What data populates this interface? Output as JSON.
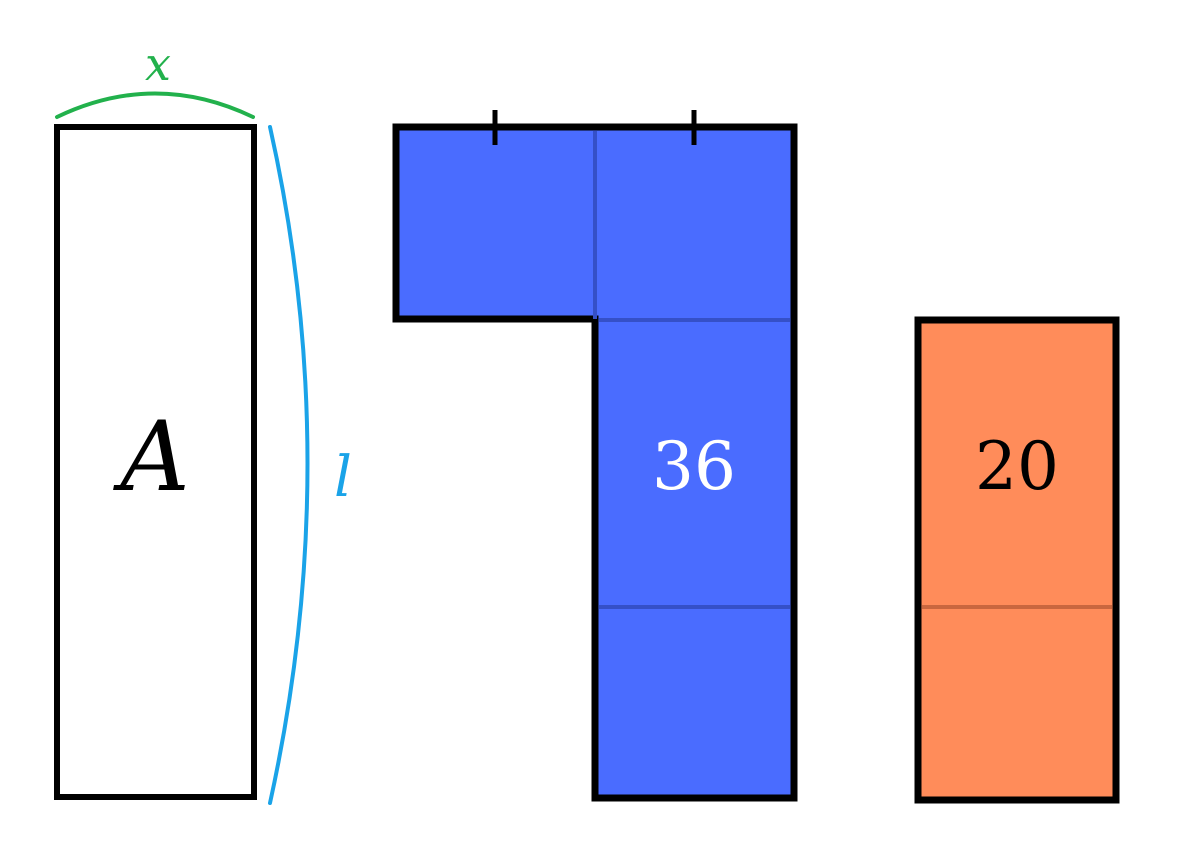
{
  "labels": {
    "width_variable": "x",
    "length_variable": "l",
    "area_variable": "A",
    "blue_area": "36",
    "orange_area": "20"
  },
  "colors": {
    "width_brace": "#22b14c",
    "length_brace": "#1aa3e8",
    "outline": "#000000",
    "blue_fill": "#4a6cff",
    "blue_divider": "#3550c8",
    "orange_fill": "#ff8c5a",
    "orange_divider": "#c9673f",
    "blue_label": "#ffffff",
    "orange_label": "#000000",
    "area_label": "#000000"
  }
}
